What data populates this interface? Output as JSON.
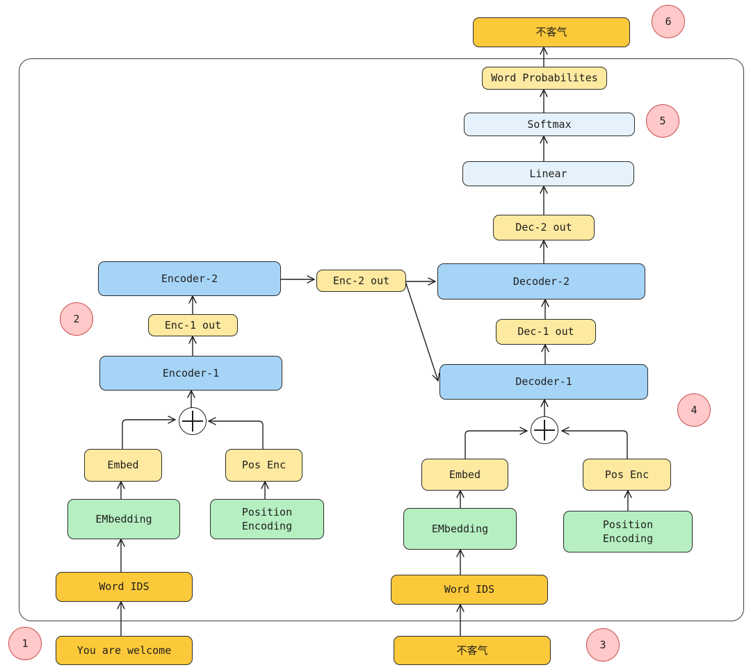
{
  "encoder": {
    "input": "You are welcome",
    "word_ids": "Word IDS",
    "embedding": "EMbedding",
    "embed": "Embed",
    "position_encoding": "Position\nEncoding",
    "pos_enc": "Pos Enc",
    "encoder_1": "Encoder-1",
    "enc_1_out": "Enc-1 out",
    "encoder_2": "Encoder-2",
    "enc_2_out": "Enc-2 out"
  },
  "decoder": {
    "input": "不客气",
    "word_ids": "Word IDS",
    "embedding": "EMbedding",
    "embed": "Embed",
    "position_encoding": "Position\nEncoding",
    "pos_enc": "Pos Enc",
    "decoder_1": "Decoder-1",
    "dec_1_out": "Dec-1 out",
    "decoder_2": "Decoder-2",
    "dec_2_out": "Dec-2 out",
    "linear": "Linear",
    "softmax": "Softmax",
    "word_probabilities": "Word Probabilites",
    "output": "不客气"
  },
  "steps": [
    "1",
    "2",
    "3",
    "4",
    "5",
    "6"
  ],
  "colors": {
    "input_output": "#fcc93a",
    "intermediate": "#fde9a0",
    "block": "#a6d4f7",
    "projection": "#e6f2fb",
    "embedding": "#b6efc1",
    "step_badge": "#ffc9c9"
  }
}
